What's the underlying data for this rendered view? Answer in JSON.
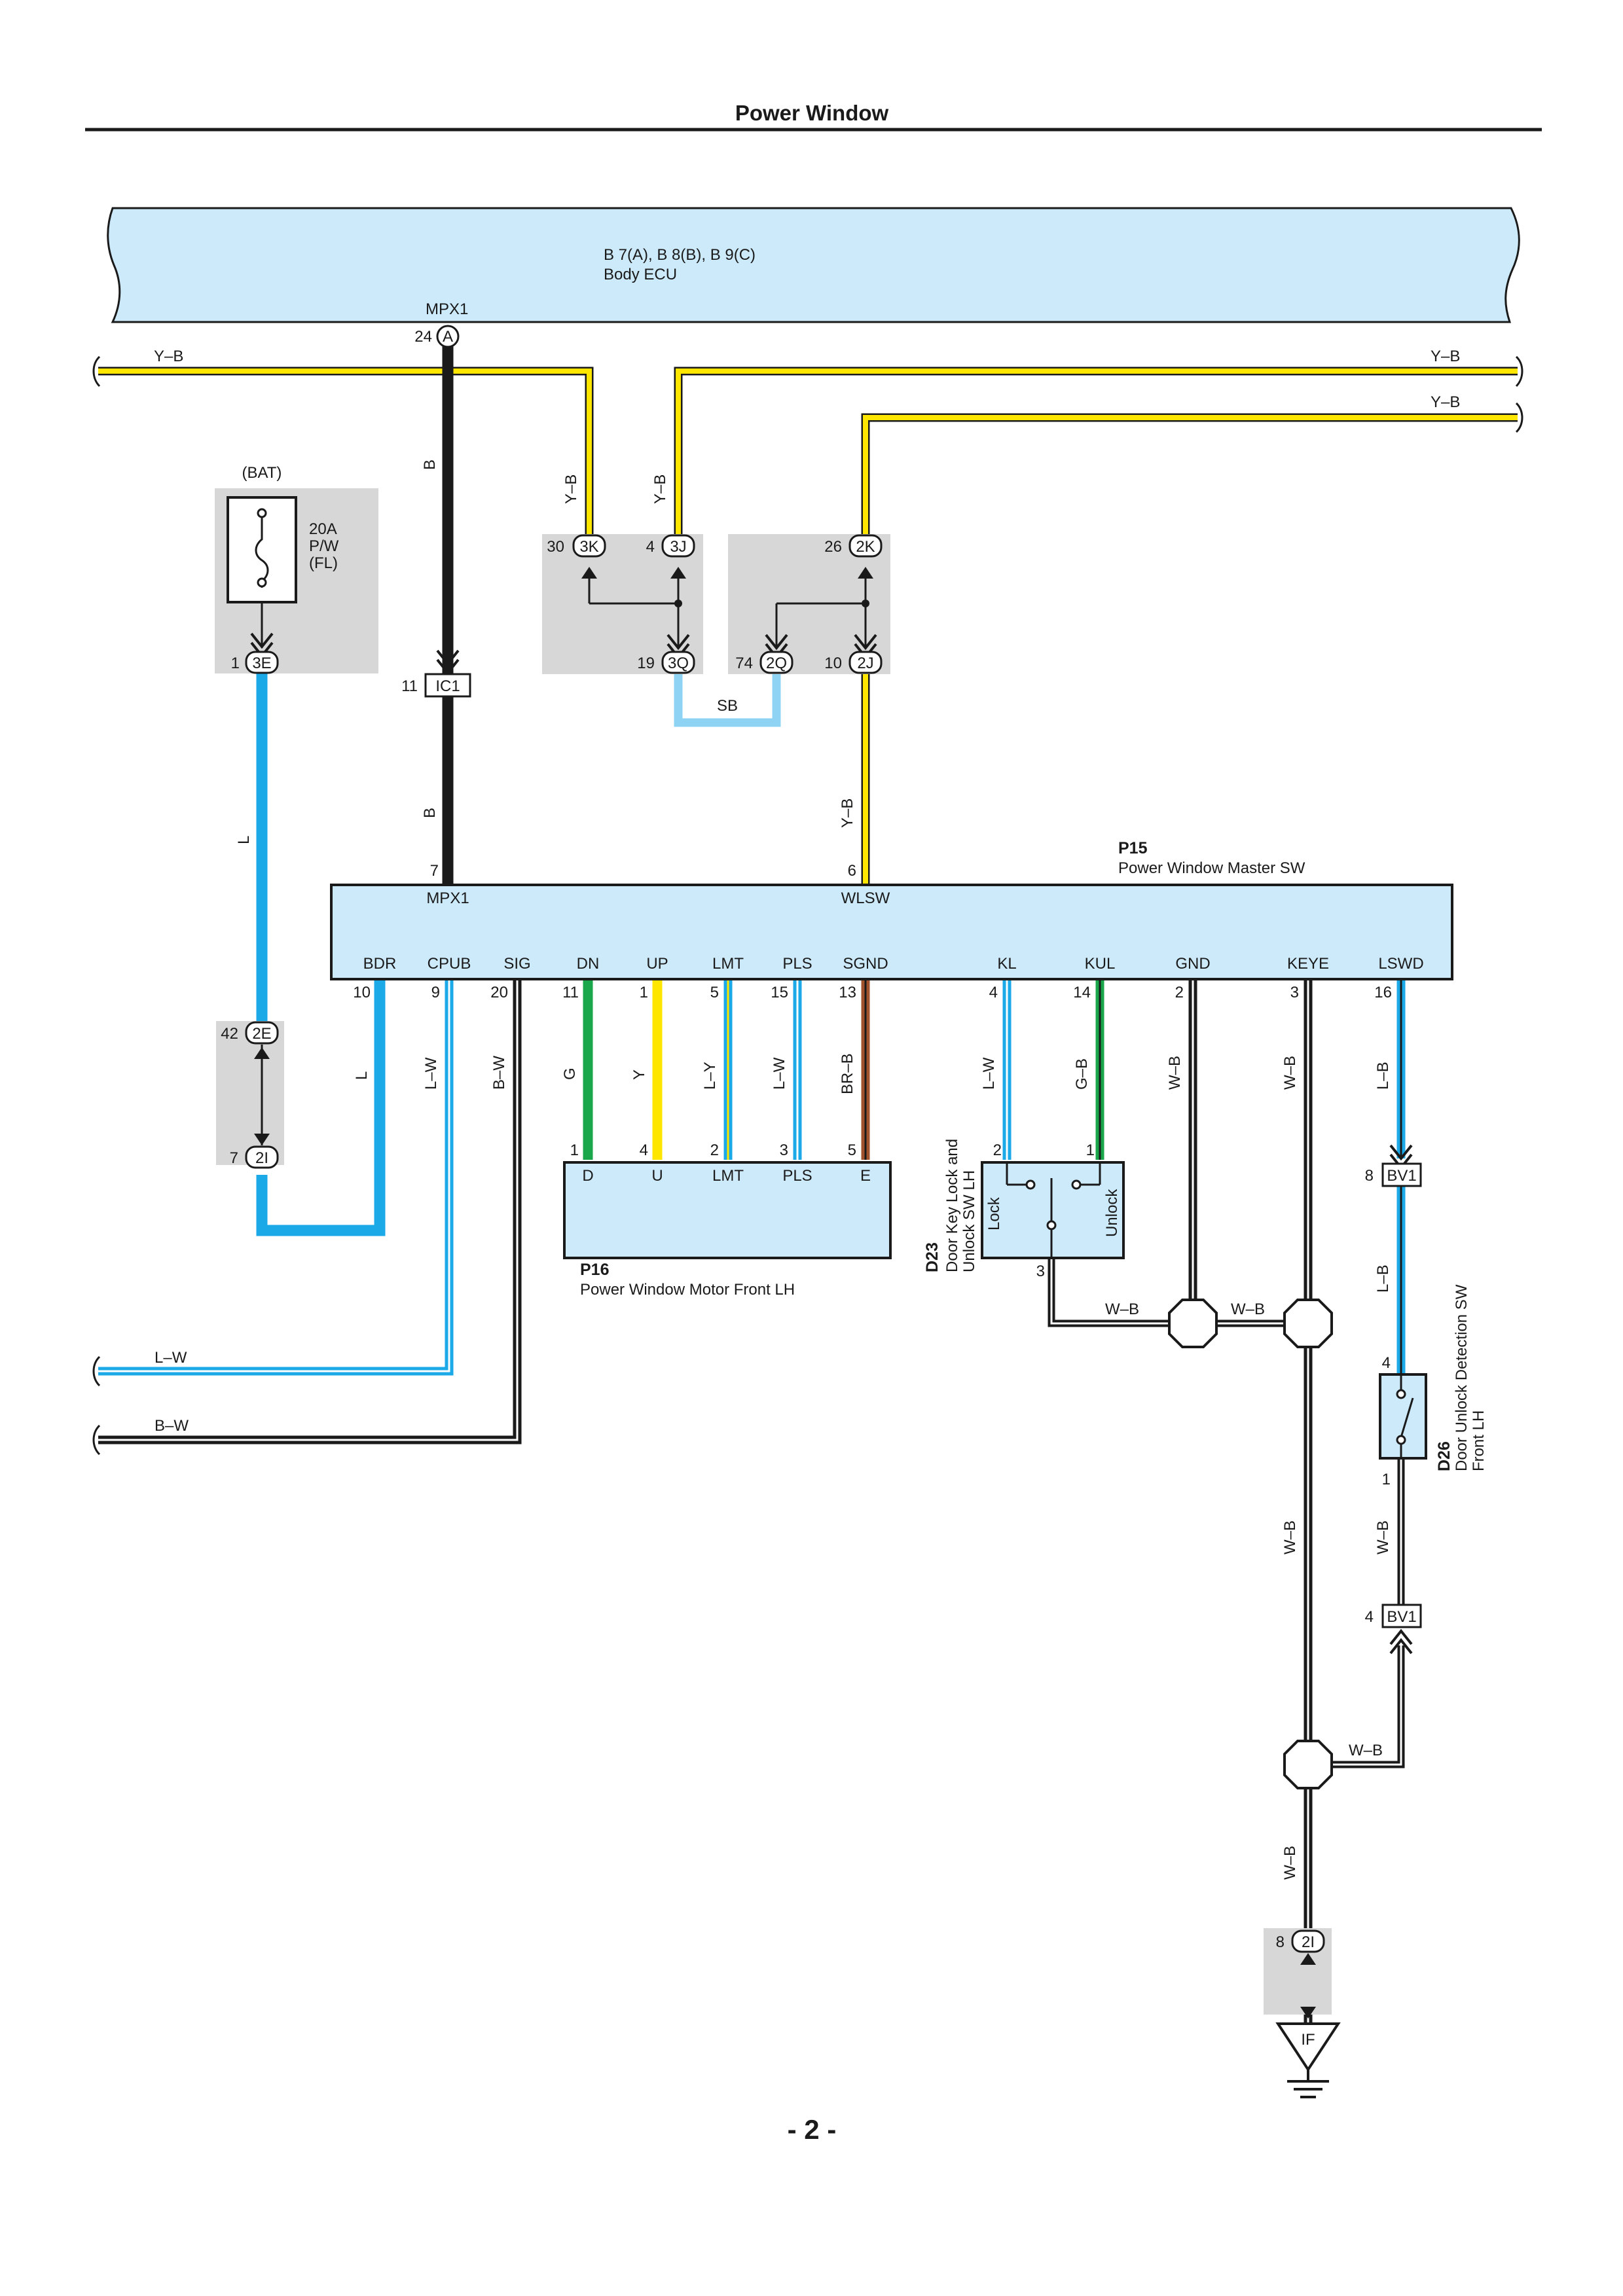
{
  "header": {
    "title": "Power Window"
  },
  "footer": {
    "page_number": "- 2 -"
  },
  "colors": {
    "yellow": "#ffe600",
    "light_blue": "#1ba9e8",
    "sky_blue": "#8fd3f4",
    "green": "#1aa64a",
    "brown": "#a0522d",
    "black": "#1a1a1a",
    "component_fill": "#cdeafb",
    "connector_shade": "#d7d7d7"
  },
  "ecu": {
    "code": "B 7(A), B 8(B), B 9(C)",
    "name": "Body ECU",
    "terminal_label": "MPX1",
    "pin": "24",
    "connector": "A"
  },
  "wire_labels": {
    "left_yb": "Y–B",
    "right_yb_top": "Y–B",
    "right_yb_bottom": "Y–B",
    "b_upper": "B",
    "b_lower": "B",
    "yb_3k": "Y–B",
    "yb_3j": "Y–B",
    "sb": "SB",
    "yb_wlsw": "Y–B",
    "l_fuse": "L",
    "l_bdr": "L",
    "lw_cpub": "L–W",
    "bw_sig": "B–W",
    "g_dn": "G",
    "y_up": "Y",
    "ly_lmt": "L–Y",
    "lw_pls": "L–W",
    "brb_sgnd": "BR–B",
    "lw_kl": "L–W",
    "gb_kul": "G–B",
    "wb_gnd": "W–B",
    "wb_keye": "W–B",
    "lb_lswd": "L–B",
    "lb_mid": "L–B",
    "wb_d26": "W–B",
    "wb_j1": "W–B",
    "wb_j2": "W–B",
    "wb_vert": "W–B",
    "wb_j3": "W–B",
    "wb_ground": "W–B",
    "lw_left": "L–W",
    "bw_left": "B–W"
  },
  "fuse": {
    "source": "(BAT)",
    "rating": "20A",
    "name": "P/W",
    "location": "(FL)",
    "pin": "1",
    "connector": "3E"
  },
  "connectors": {
    "c3k": {
      "pin": "30",
      "name": "3K"
    },
    "c3j": {
      "pin": "4",
      "name": "3J"
    },
    "c3q": {
      "pin": "19",
      "name": "3Q"
    },
    "c2k": {
      "pin": "26",
      "name": "2K"
    },
    "c2q": {
      "pin": "74",
      "name": "2Q"
    },
    "c2j": {
      "pin": "10",
      "name": "2J"
    },
    "ic1": {
      "pin": "11",
      "name": "IC1"
    },
    "c2e": {
      "pin": "42",
      "name": "2E"
    },
    "c2i_top": {
      "pin": "7",
      "name": "2I"
    },
    "bv1_top": {
      "pin": "8",
      "name": "BV1"
    },
    "bv1_bottom": {
      "pin": "4",
      "name": "BV1"
    },
    "c2i_ground": {
      "pin": "8",
      "name": "2I"
    },
    "ground": {
      "name": "IF"
    }
  },
  "master_switch": {
    "code": "P15",
    "name": "Power Window Master SW",
    "top_terminals": [
      {
        "label": "MPX1",
        "pin": "7"
      },
      {
        "label": "WLSW",
        "pin": "6"
      }
    ],
    "bottom_terminals": [
      {
        "label": "BDR",
        "pin": "10"
      },
      {
        "label": "CPUB",
        "pin": "9"
      },
      {
        "label": "SIG",
        "pin": "20"
      },
      {
        "label": "DN",
        "pin": "11"
      },
      {
        "label": "UP",
        "pin": "1"
      },
      {
        "label": "LMT",
        "pin": "5"
      },
      {
        "label": "PLS",
        "pin": "15"
      },
      {
        "label": "SGND",
        "pin": "13"
      },
      {
        "label": "KL",
        "pin": "4"
      },
      {
        "label": "KUL",
        "pin": "14"
      },
      {
        "label": "GND",
        "pin": "2"
      },
      {
        "label": "KEYE",
        "pin": "3"
      },
      {
        "label": "LSWD",
        "pin": "16"
      }
    ]
  },
  "motor": {
    "code": "P16",
    "name": "Power Window Motor Front LH",
    "terminals": [
      {
        "label": "D",
        "pin": "1"
      },
      {
        "label": "U",
        "pin": "4"
      },
      {
        "label": "LMT",
        "pin": "2"
      },
      {
        "label": "PLS",
        "pin": "3"
      },
      {
        "label": "E",
        "pin": "5"
      }
    ]
  },
  "key_switch": {
    "code": "D23",
    "name_line1": "Door Key Lock and",
    "name_line2": "Unlock SW LH",
    "lock": "Lock",
    "unlock": "Unlock",
    "pin_kl": "2",
    "pin_kul": "1",
    "pin_gnd": "3"
  },
  "unlock_switch": {
    "code": "D26",
    "name_line1": "Door Unlock Detection SW",
    "name_line2": "Front LH",
    "pin_top": "4",
    "pin_bottom": "1"
  }
}
